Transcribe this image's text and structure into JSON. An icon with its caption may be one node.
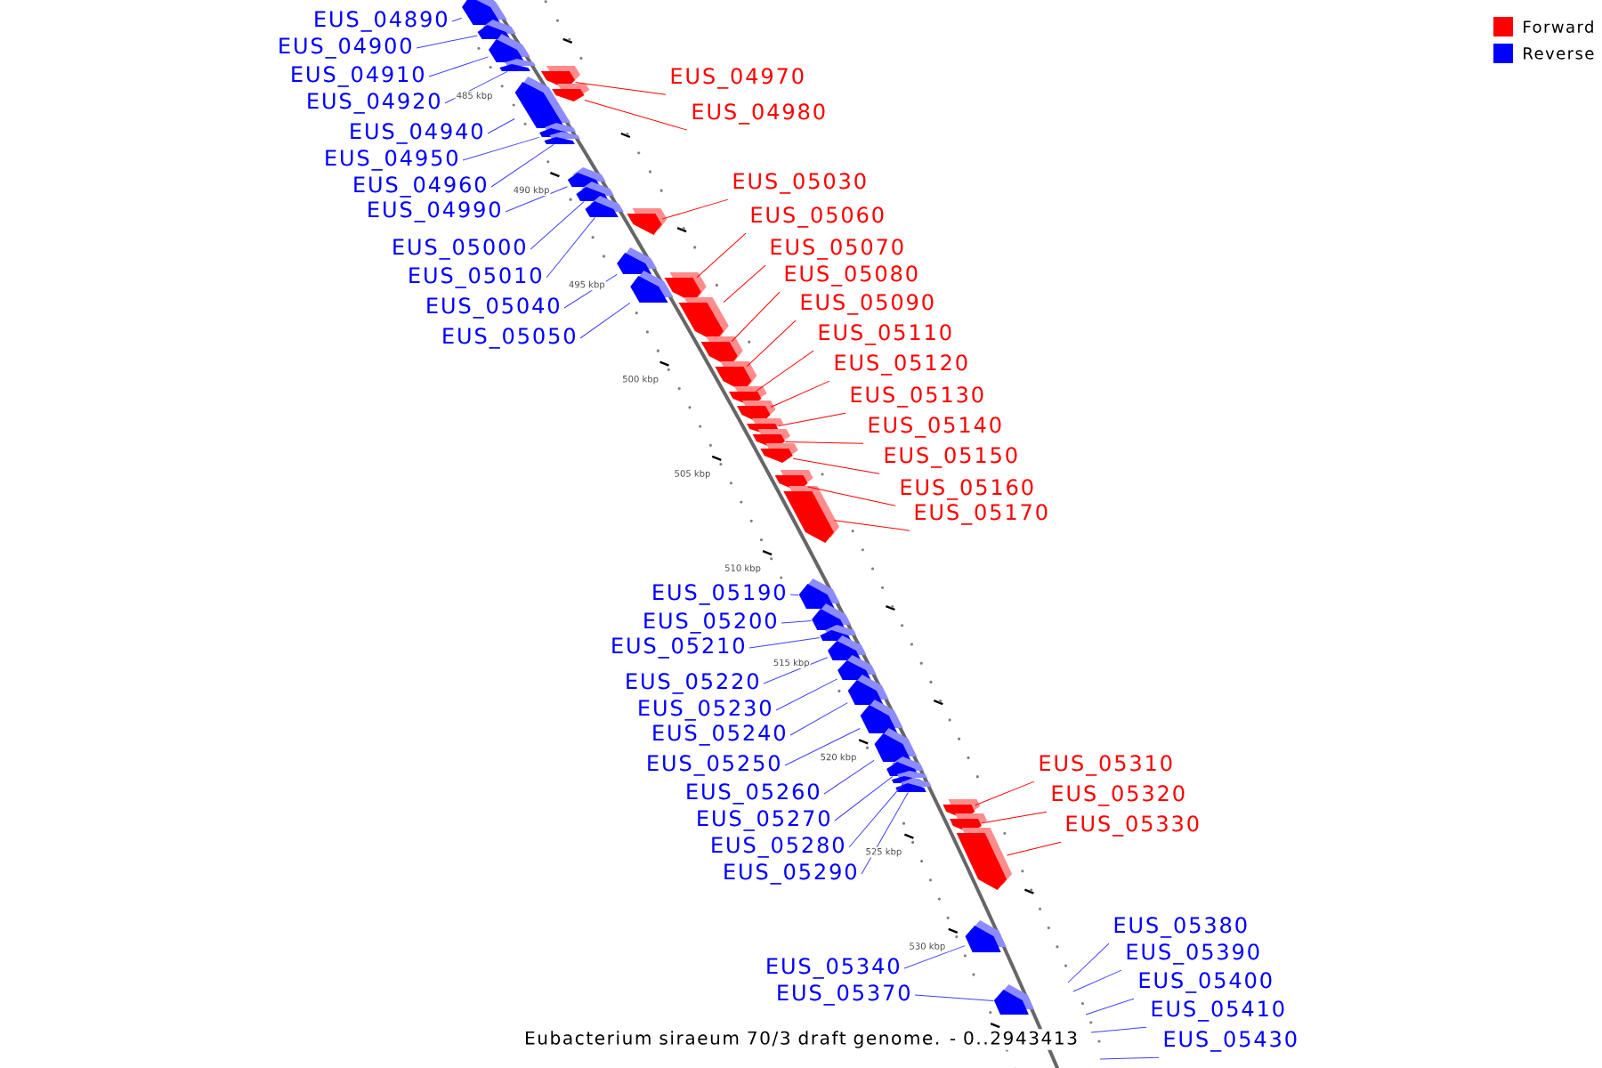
{
  "diagram": {
    "caption": "Eubacterium siraeum 70/3 draft genome. - 0..2943413",
    "nodes": [
      {
        "text": [
          "EUS_04890"
        ]
      },
      {
        "text": [
          "EUS_04900"
        ]
      },
      {
        "text": [
          "EUS_04910"
        ]
      },
      {
        "text": [
          "EUS_04970"
        ]
      },
      {
        "text": [
          "EUS_04920"
        ]
      },
      {
        "text": [
          "EUS_04980"
        ]
      },
      {
        "text": [
          "EUS_04940"
        ]
      },
      {
        "text": [
          "EUS_04950"
        ]
      },
      {
        "text": [
          "EUS_05030"
        ]
      },
      {
        "text": [
          "EUS_04960"
        ]
      },
      {
        "text": [
          "EUS_04990"
        ]
      },
      {
        "text": [
          "EUS_05060"
        ]
      },
      {
        "text": [
          "EUS_05000"
        ]
      },
      {
        "text": [
          "EUS_05070"
        ]
      },
      {
        "text": [
          "EUS_05080"
        ]
      },
      {
        "text": [
          "EUS_05010"
        ]
      },
      {
        "text": [
          "EUS_05090"
        ]
      },
      {
        "text": [
          "EUS_05040"
        ]
      },
      {
        "text": [
          "EUS_05110"
        ]
      },
      {
        "text": [
          "EUS_05050"
        ]
      },
      {
        "text": [
          "EUS_05120"
        ]
      },
      {
        "text": [
          "EUS_05130"
        ]
      },
      {
        "text": [
          "EUS_05140"
        ]
      },
      {
        "text": [
          "EUS_05150"
        ]
      },
      {
        "text": [
          "EUS_05160"
        ]
      },
      {
        "text": [
          "EUS_05170"
        ]
      },
      {
        "text": [
          "EUS_05190"
        ]
      },
      {
        "text": [
          "EUS_05200"
        ]
      },
      {
        "text": [
          "EUS_05210"
        ]
      },
      {
        "text": [
          "EUS_05220"
        ]
      },
      {
        "text": [
          "EUS_05230"
        ]
      },
      {
        "text": [
          "EUS_05240"
        ]
      },
      {
        "text": [
          "EUS_05310"
        ]
      },
      {
        "text": [
          "EUS_05250"
        ]
      },
      {
        "text": [
          "EUS_05260"
        ]
      },
      {
        "text": [
          "EUS_05320"
        ]
      },
      {
        "text": [
          "EUS_05270"
        ]
      },
      {
        "text": [
          "EUS_05330"
        ]
      },
      {
        "text": [
          "EUS_05280"
        ]
      },
      {
        "text": [
          "EUS_05290"
        ]
      },
      {
        "text": [
          "EUS_05380"
        ]
      },
      {
        "text": [
          "EUS_05340"
        ]
      },
      {
        "text": [
          "EUS_05390"
        ]
      },
      {
        "text": [
          "EUS_05400"
        ]
      },
      {
        "text": [
          "EUS_05370"
        ]
      },
      {
        "text": [
          "EUS_05410"
        ]
      },
      {
        "text": [
          "EUS_05430"
        ]
      },
      {
        "text": [],
        "shape": "box"
      },
      {
        "text": [],
        "shape": "box"
      },
      {
        "text": [],
        "shape": "box"
      },
      {
        "text": [],
        "shape": "box"
      },
      {
        "text": [],
        "shape": "box"
      },
      {
        "text": [],
        "shape": "box"
      },
      {
        "text": [],
        "shape": "box"
      },
      {
        "text": [],
        "shape": "box"
      },
      {
        "text": [],
        "shape": "box"
      },
      {
        "text": [],
        "shape": "box"
      },
      {
        "text": [],
        "shape": "box"
      },
      {
        "text": [],
        "shape": "box"
      },
      {
        "text": [],
        "shape": "box"
      },
      {
        "text": [],
        "shape": "box"
      },
      {
        "text": [],
        "shape": "box"
      },
      {
        "text": [],
        "shape": "box"
      },
      {
        "text": [],
        "shape": "box"
      },
      {
        "text": [],
        "shape": "box"
      },
      {
        "text": [],
        "shape": "box"
      },
      {
        "text": [],
        "shape": "box"
      },
      {
        "text": [],
        "shape": "box"
      },
      {
        "text": [],
        "shape": "box"
      },
      {
        "text": [],
        "shape": "box"
      },
      {
        "text": [],
        "shape": "box"
      },
      {
        "text": [],
        "shape": "box"
      },
      {
        "text": [],
        "shape": "box"
      },
      {
        "text": [],
        "shape": "box"
      },
      {
        "text": [],
        "shape": "box"
      },
      {
        "text": [],
        "shape": "box"
      },
      {
        "text": [],
        "shape": "box"
      },
      {
        "text": [],
        "shape": "box"
      },
      {
        "text": [],
        "shape": "box"
      },
      {
        "text": [],
        "shape": "box"
      },
      {
        "text": [],
        "shape": "box"
      },
      {
        "text": [],
        "shape": "box"
      },
      {
        "text": [],
        "shape": "box"
      },
      {
        "text": [],
        "shape": "box"
      },
      {
        "text": [],
        "shape": "box"
      },
      {
        "text": [],
        "shape": "box"
      },
      {
        "text": [],
        "shape": "box"
      },
      {
        "text": [],
        "shape": "box"
      },
      {
        "text": [],
        "shape": "box"
      }
    ],
    "edges": [
      {
        "from": 0,
        "to": 47,
        "arrow": "none"
      },
      {
        "from": 1,
        "to": 48,
        "arrow": "none"
      },
      {
        "from": 2,
        "to": 49,
        "arrow": "none"
      },
      {
        "from": 3,
        "to": 51,
        "arrow": "none",
        "color": "#ff0000"
      },
      {
        "from": 4,
        "to": 50,
        "arrow": "none"
      },
      {
        "from": 5,
        "to": 53,
        "arrow": "none",
        "color": "#ff0000"
      },
      {
        "from": 6,
        "to": 52,
        "arrow": "none"
      },
      {
        "from": 7,
        "to": 54,
        "arrow": "none"
      },
      {
        "from": 8,
        "to": 59,
        "arrow": "none",
        "color": "#ff0000"
      },
      {
        "from": 9,
        "to": 55,
        "arrow": "none"
      },
      {
        "from": 10,
        "to": 56,
        "arrow": "none"
      },
      {
        "from": 11,
        "to": 62,
        "arrow": "none",
        "color": "#ff0000"
      },
      {
        "from": 12,
        "to": 57,
        "arrow": "none"
      },
      {
        "from": 13,
        "to": 63,
        "arrow": "none",
        "color": "#ff0000"
      },
      {
        "from": 14,
        "to": 64,
        "arrow": "none",
        "color": "#ff0000"
      },
      {
        "from": 15,
        "to": 58,
        "arrow": "none"
      },
      {
        "from": 16,
        "to": 65,
        "arrow": "none",
        "color": "#ff0000"
      },
      {
        "from": 17,
        "to": 60,
        "arrow": "none"
      },
      {
        "from": 18,
        "to": 66,
        "arrow": "none",
        "color": "#ff0000"
      },
      {
        "from": 19,
        "to": 61,
        "arrow": "none"
      },
      {
        "from": 20,
        "to": 67,
        "arrow": "none",
        "color": "#ff0000"
      },
      {
        "from": 21,
        "to": 68,
        "arrow": "none",
        "color": "#ff0000"
      },
      {
        "from": 22,
        "to": 69,
        "arrow": "none",
        "color": "#ff0000"
      },
      {
        "from": 23,
        "to": 70,
        "arrow": "none",
        "color": "#ff0000"
      },
      {
        "from": 24,
        "to": 71,
        "arrow": "none",
        "color": "#ff0000"
      },
      {
        "from": 25,
        "to": 72,
        "arrow": "none",
        "color": "#ff0000"
      },
      {
        "from": 26,
        "to": 73,
        "arrow": "none"
      },
      {
        "from": 27,
        "to": 74,
        "arrow": "none"
      },
      {
        "from": 28,
        "to": 75,
        "arrow": "none"
      },
      {
        "from": 29,
        "to": 76,
        "arrow": "none"
      },
      {
        "from": 30,
        "to": 77,
        "arrow": "none"
      },
      {
        "from": 31,
        "to": 78,
        "arrow": "none"
      },
      {
        "from": 32,
        "to": 84,
        "arrow": "none",
        "color": "#ff0000"
      },
      {
        "from": 33,
        "to": 79,
        "arrow": "none"
      },
      {
        "from": 34,
        "to": 80,
        "arrow": "none"
      },
      {
        "from": 35,
        "to": 85,
        "arrow": "none",
        "color": "#ff0000"
      },
      {
        "from": 36,
        "to": 81,
        "arrow": "none"
      },
      {
        "from": 37,
        "to": 86,
        "arrow": "none",
        "color": "#ff0000"
      },
      {
        "from": 38,
        "to": 82,
        "arrow": "none"
      },
      {
        "from": 39,
        "to": 83,
        "arrow": "none"
      },
      {
        "from": 40,
        "to": null,
        "arrow": "none"
      },
      {
        "from": 41,
        "to": 87,
        "arrow": "none"
      },
      {
        "from": 42,
        "to": null,
        "arrow": "none"
      },
      {
        "from": 43,
        "to": null,
        "arrow": "none"
      },
      {
        "from": 44,
        "to": 88,
        "arrow": "none"
      },
      {
        "from": 45,
        "to": null,
        "arrow": "none"
      },
      {
        "from": 46,
        "to": null,
        "arrow": "none"
      }
    ],
    "labels": [
      "485 kbp",
      "490 kbp",
      "495 kbp",
      "500 kbp",
      "505 kbp",
      "510 kbp",
      "515 kbp",
      "520 kbp",
      "525 kbp",
      "530 kbp"
    ],
    "legend": [
      {
        "text": "Forward",
        "color": "#ff0000"
      },
      {
        "text": "Reverse",
        "color": "#0000ff"
      }
    ]
  }
}
